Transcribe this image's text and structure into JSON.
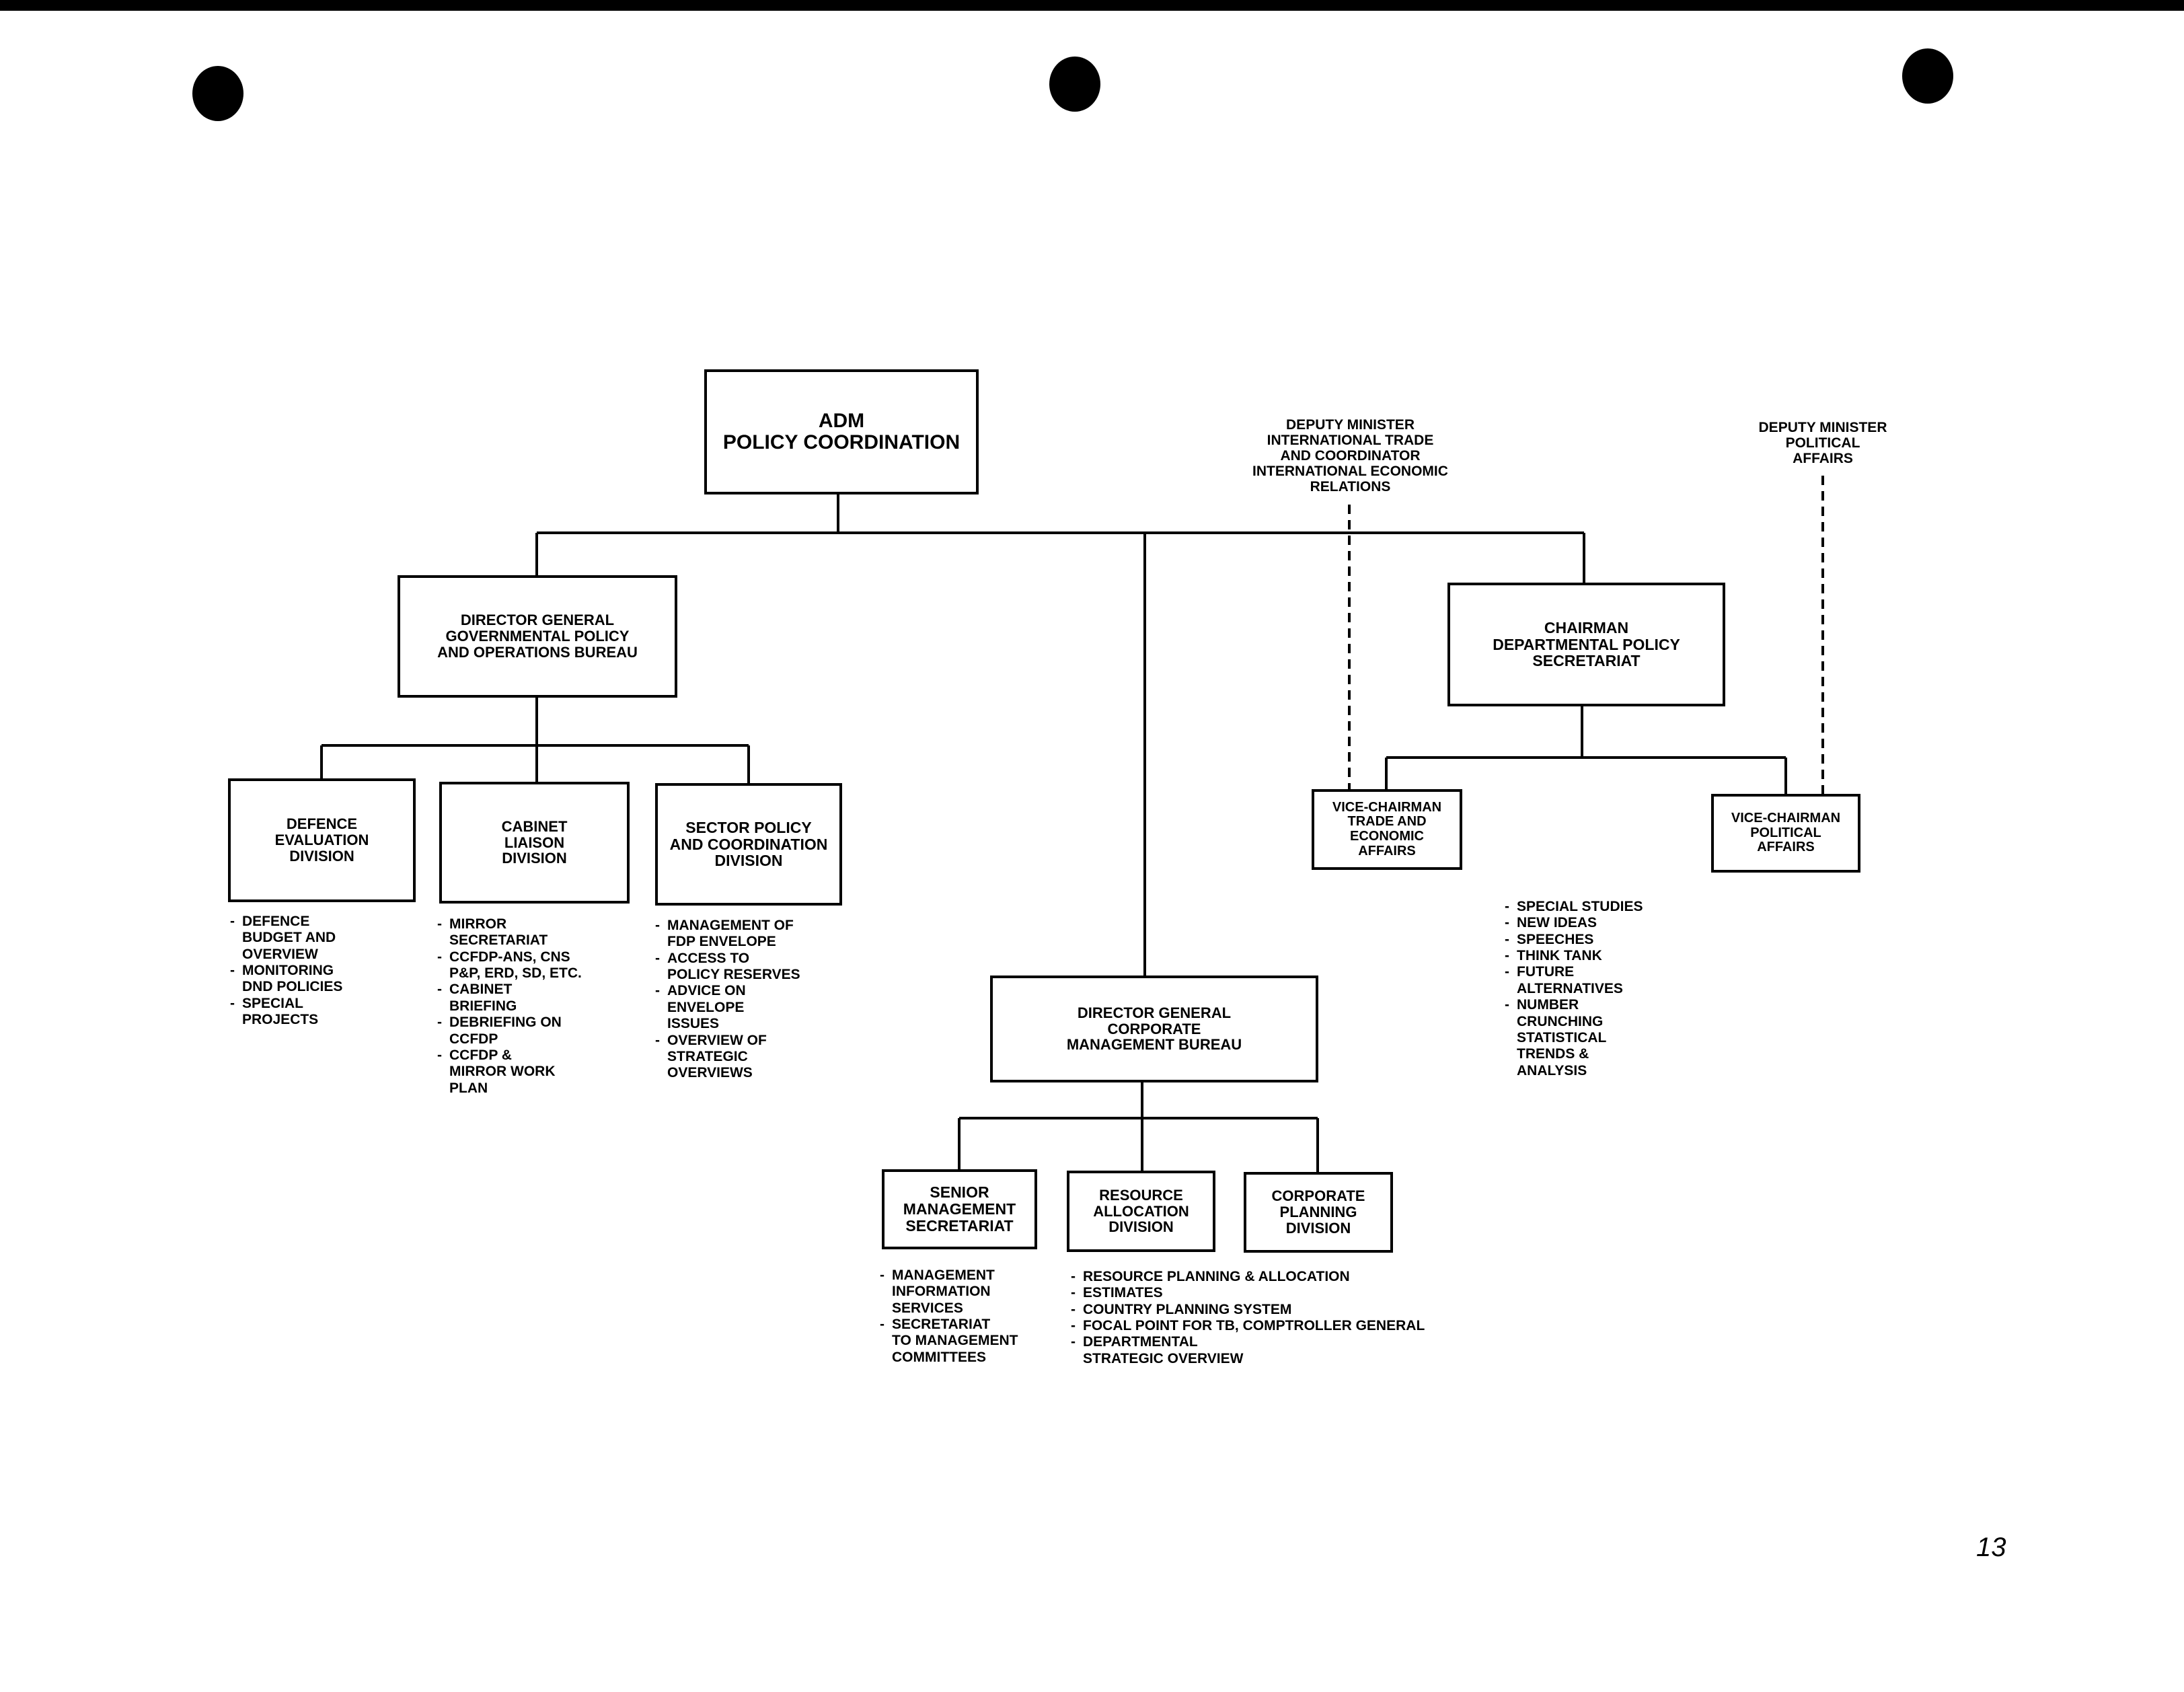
{
  "boxes": {
    "adm": "ADM\nPOLICY COORDINATION",
    "dg_gov": "DIRECTOR GENERAL\nGOVERNMENTAL POLICY\nAND OPERATIONS BUREAU",
    "chairman": "CHAIRMAN\nDEPARTMENTAL POLICY\nSECRETARIAT",
    "defence": "DEFENCE\nEVALUATION\nDIVISION",
    "cabinet": "CABINET\nLIAISON\nDIVISION",
    "sector": "SECTOR POLICY\nAND COORDINATION\nDIVISION",
    "vc_trade": "VICE-CHAIRMAN\nTRADE AND\nECONOMIC\nAFFAIRS",
    "vc_political": "VICE-CHAIRMAN\nPOLITICAL\nAFFAIRS",
    "dg_corp": "DIRECTOR GENERAL\nCORPORATE\nMANAGEMENT BUREAU",
    "senior": "SENIOR\nMANAGEMENT\nSECRETARIAT",
    "resource": "RESOURCE\nALLOCATION\nDIVISION",
    "corporate": "CORPORATE\nPLANNING\nDIVISION"
  },
  "labels": {
    "dm_trade": "DEPUTY MINISTER\nINTERNATIONAL TRADE\nAND COORDINATOR\nINTERNATIONAL ECONOMIC\nRELATIONS",
    "dm_political": "DEPUTY MINISTER\nPOLITICAL\nAFFAIRS"
  },
  "notes": {
    "defence": [
      "DEFENCE\nBUDGET AND\nOVERVIEW",
      "MONITORING\nDND POLICIES",
      "SPECIAL\nPROJECTS"
    ],
    "cabinet": [
      "MIRROR\nSECRETARIAT",
      "CCFDP-ANs, CNs\nP&P, ERD, SD, ETC.",
      "CABINET\nBRIEFING",
      "DEBRIEFING ON\nCCFDP",
      "CCFDP &\nMIRROR WORK\nPLAN"
    ],
    "sector": [
      "MANAGEMENT OF\nFDP ENVELOPE",
      "ACCESS TO\nPOLICY RESERVES",
      "ADVICE ON\nENVELOPE\nISSUES",
      "OVERVIEW OF\nSTRATEGIC\nOVERVIEWS"
    ],
    "chairman": [
      "SPECIAL STUDIES",
      "NEW IDEAS",
      "SPEECHES",
      "THINK TANK",
      "FUTURE\nALTERNATIVES",
      "NUMBER\nCRUNCHING\nSTATISTICAL\nTRENDS &\nANALYSIS"
    ],
    "senior": [
      "MANAGEMENT\nINFORMATION\nSERVICES",
      "SECRETARIAT\nTO MANAGEMENT\nCOMMITTEES"
    ],
    "resource": [
      "RESOURCE PLANNING & ALLOCATION",
      "ESTIMATES",
      "COUNTRY PLANNING SYSTEM",
      "FOCAL POINT FOR TB, COMPTROLLER GENERAL",
      "DEPARTMENTAL\nSTRATEGIC OVERVIEW"
    ]
  },
  "page_number": "13"
}
